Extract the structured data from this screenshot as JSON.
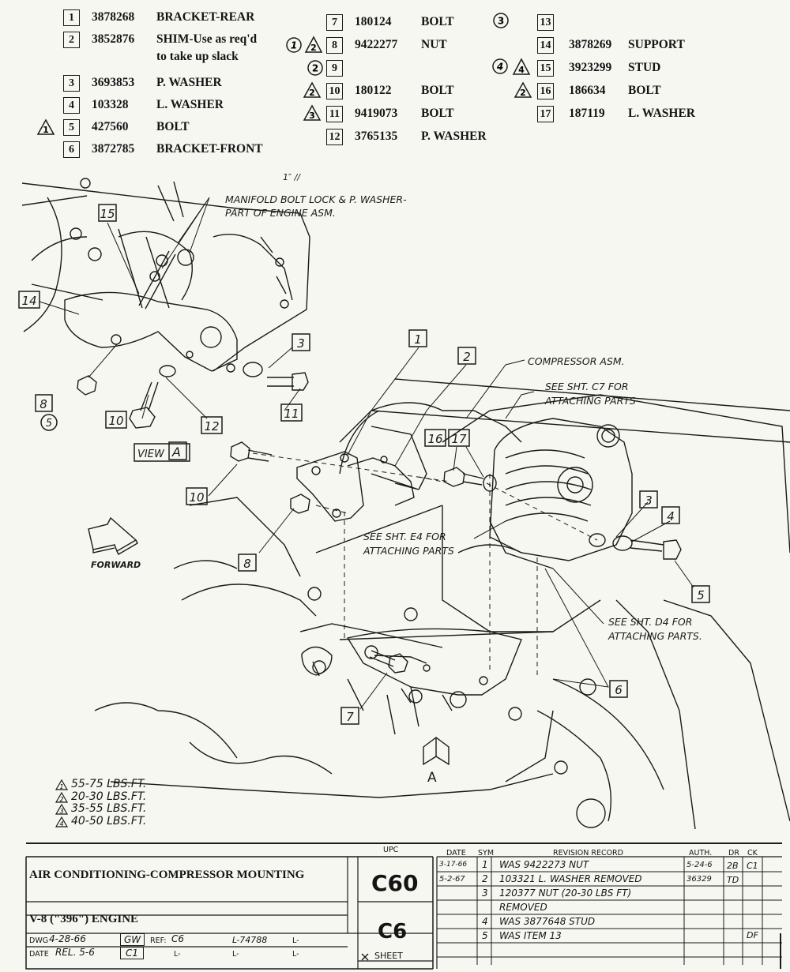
{
  "parts_list": {
    "col1": [
      {
        "num": "1",
        "part": "3878268",
        "desc": "BRACKET-REAR",
        "sym": ""
      },
      {
        "num": "2",
        "part": "3852876",
        "desc": "SHIM-Use as req'd",
        "desc2": "to take up slack",
        "sym": ""
      },
      {
        "num": "3",
        "part": "3693853",
        "desc": "P. WASHER",
        "sym": ""
      },
      {
        "num": "4",
        "part": "103328",
        "desc": "L. WASHER",
        "sym": ""
      },
      {
        "num": "5",
        "part": "427560",
        "desc": "BOLT",
        "sym": "1"
      },
      {
        "num": "6",
        "part": "3872785",
        "desc": "BRACKET-FRONT",
        "sym": ""
      }
    ],
    "col2": [
      {
        "num": "7",
        "part": "180124",
        "desc": "BOLT",
        "sym": ""
      },
      {
        "num": "8",
        "part": "9422277",
        "desc": "NUT",
        "sym": "2",
        "circ": "1"
      },
      {
        "num": "9",
        "part": "",
        "desc": "",
        "sym": "",
        "circ": "2"
      },
      {
        "num": "10",
        "part": "180122",
        "desc": "BOLT",
        "sym": "2"
      },
      {
        "num": "11",
        "part": "9419073",
        "desc": "BOLT",
        "sym": "3"
      },
      {
        "num": "12",
        "part": "3765135",
        "desc": "P. WASHER",
        "sym": ""
      }
    ],
    "col3": [
      {
        "num": "13",
        "part": "",
        "desc": "",
        "sym": "",
        "circ": "3"
      },
      {
        "num": "14",
        "part": "3878269",
        "desc": "SUPPORT",
        "sym": ""
      },
      {
        "num": "15",
        "part": "3923299",
        "desc": "STUD",
        "sym": "4",
        "circ": "4"
      },
      {
        "num": "16",
        "part": "186634",
        "desc": "BOLT",
        "sym": "2"
      },
      {
        "num": "17",
        "part": "187119",
        "desc": "L. WASHER",
        "sym": ""
      }
    ]
  },
  "labels": {
    "manifold_note_1": "MANIFOLD BOLT LOCK & P. WASHER-",
    "manifold_note_2": "PART OF ENGINE ASM.",
    "compressor": "COMPRESSOR ASM.",
    "see_c7_1": "SEE SHT. C7 FOR",
    "see_c7_2": "ATTACHING PARTS",
    "see_e4_1": "SEE SHT. E4 FOR",
    "see_e4_2": "ATTACHING PARTS",
    "see_d4_1": "SEE SHT. D4 FOR",
    "see_d4_2": "ATTACHING PARTS.",
    "view_a": "VIEW",
    "view_a_letter": "A",
    "forward": "FORWARD",
    "arrow_a": "A",
    "tick_marks": "1″   //"
  },
  "callouts": {
    "c15": "15",
    "c14": "14",
    "c8a": "8",
    "c5": "5",
    "c10a": "10",
    "c12": "12",
    "c3a": "3",
    "c11": "11",
    "c1": "1",
    "c2": "2",
    "c16": "16",
    "c17": "17",
    "c3b": "3",
    "c4": "4",
    "c10b": "10",
    "c8b": "8",
    "c5b": "5",
    "c6": "6",
    "c7": "7"
  },
  "torque": [
    {
      "sym": "1",
      "text": "55-75 LBS.FT."
    },
    {
      "sym": "2",
      "text": "20-30 LBS.FT."
    },
    {
      "sym": "3",
      "text": "35-55 LBS.FT."
    },
    {
      "sym": "4",
      "text": "40-50 LBS.FT."
    }
  ],
  "title_block": {
    "title": "AIR CONDITIONING-COMPRESSOR MOUNTING",
    "engine": "V-8 (\"396\") ENGINE",
    "upc_header": "UPC",
    "upc": "C60",
    "sheet_code": "C6",
    "sheet_label": "SHEET",
    "dwg_label": "DWG",
    "dwg_date": "4-28-66",
    "dwg_init": "GW",
    "ref_label": "REF:",
    "ref_val": "C6",
    "l_ref": "L-74788",
    "l1": "L-",
    "l2": "L-",
    "l3": "L-",
    "l4": "L-",
    "date_label": "DATE",
    "rel": "REL. 5-6",
    "rel_init": "C1",
    "rev_headers": {
      "date": "DATE",
      "sym": "SYM",
      "record": "REVISION RECORD",
      "auth": "AUTH.",
      "dr": "DR",
      "ck": "CK"
    },
    "revisions": [
      {
        "date": "3-17-66",
        "sym": "1",
        "record": "WAS 9422273 NUT",
        "auth": "5-24-6",
        "dr": "2B",
        "ck": "C1"
      },
      {
        "date": "5-2-67",
        "sym": "2",
        "record": "103321 L. WASHER REMOVED",
        "auth": "36329",
        "dr": "TD",
        "ck": ""
      },
      {
        "date": "",
        "sym": "3",
        "record": "120377 NUT (20-30 LBS FT)",
        "auth": "",
        "dr": "",
        "ck": ""
      },
      {
        "date": "",
        "sym": "",
        "record": "REMOVED",
        "auth": "",
        "dr": "",
        "ck": ""
      },
      {
        "date": "",
        "sym": "4",
        "record": "WAS 3877648 STUD",
        "auth": "",
        "dr": "",
        "ck": ""
      },
      {
        "date": "",
        "sym": "5",
        "record": "WAS ITEM 13",
        "auth": "",
        "dr": "",
        "ck": "DF"
      }
    ]
  }
}
